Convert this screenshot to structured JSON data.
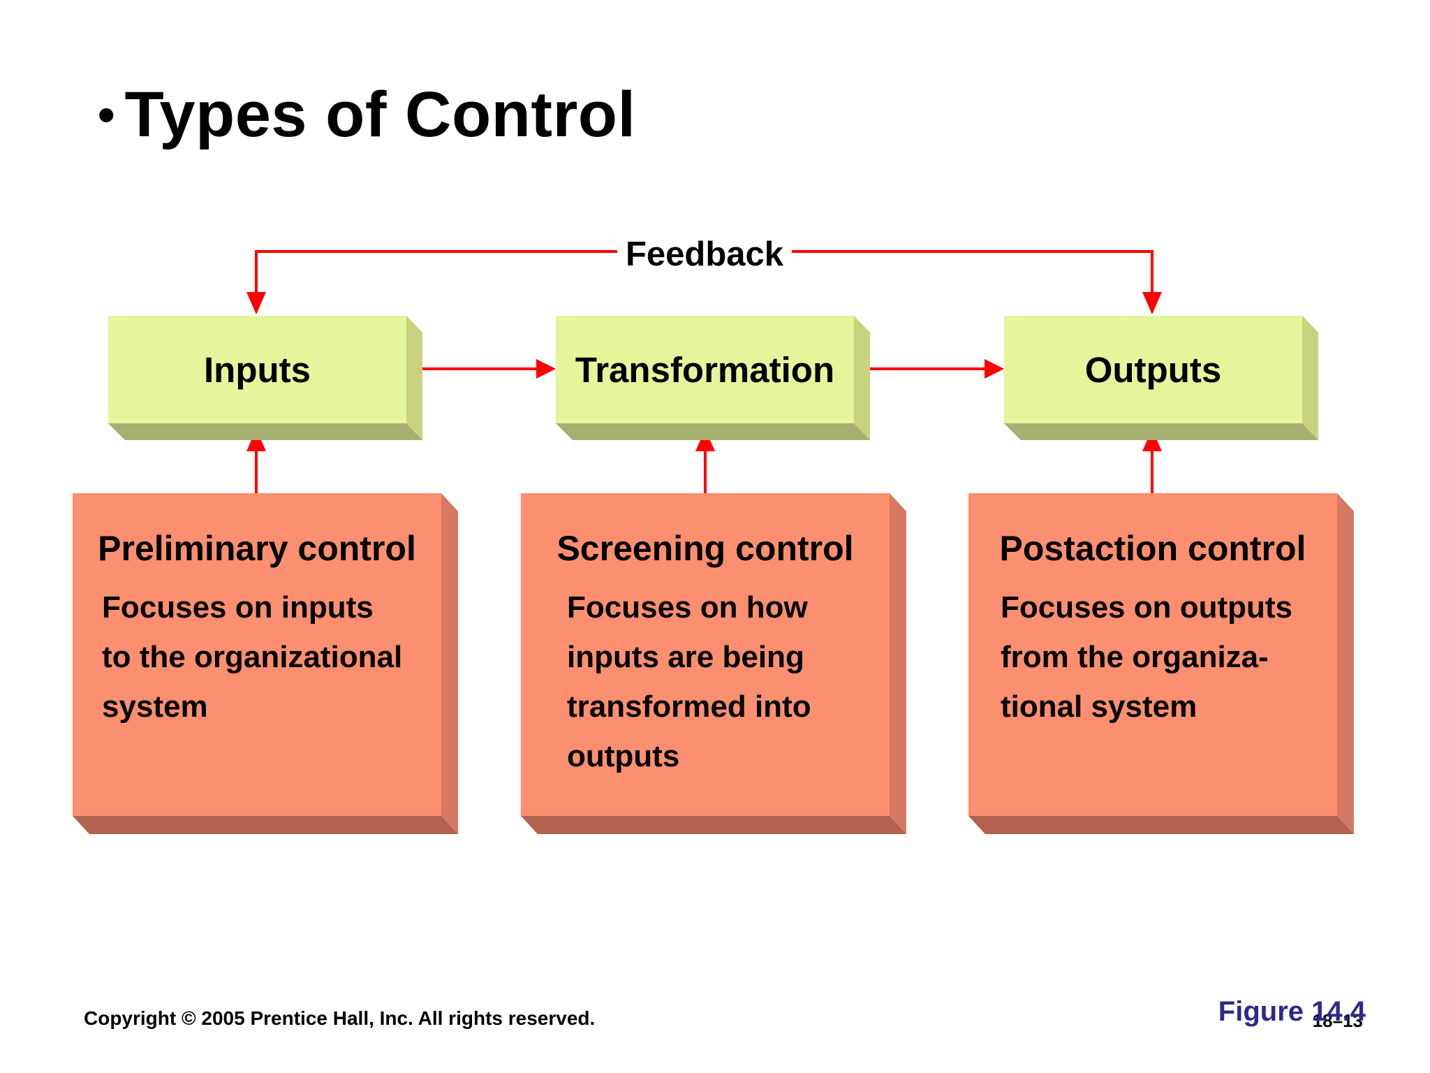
{
  "slide": {
    "bullet": "•",
    "title": "Types of Control"
  },
  "diagram": {
    "feedback_label": "Feedback",
    "stages": [
      {
        "label": "Inputs"
      },
      {
        "label": "Transformation"
      },
      {
        "label": "Outputs"
      }
    ],
    "controls": [
      {
        "title": "Preliminary control",
        "lines": [
          "Focuses on inputs",
          "to the organizational",
          "system"
        ]
      },
      {
        "title": "Screening control",
        "lines": [
          "Focuses on how",
          "inputs are being",
          "transformed into",
          "outputs"
        ]
      },
      {
        "title": "Postaction control",
        "lines": [
          "Focuses on outputs",
          "from the organiza-",
          "tional system"
        ]
      }
    ],
    "colors": {
      "arrow": "#ff0000",
      "stage_face": "#e4f59c",
      "control_face": "#fb8f6f",
      "figure_text": "#2c2a8c"
    }
  },
  "footer": {
    "copyright": "Copyright © 2005 Prentice Hall, Inc. All rights reserved.",
    "slide_number": "18–13",
    "figure": "Figure 14.4"
  }
}
